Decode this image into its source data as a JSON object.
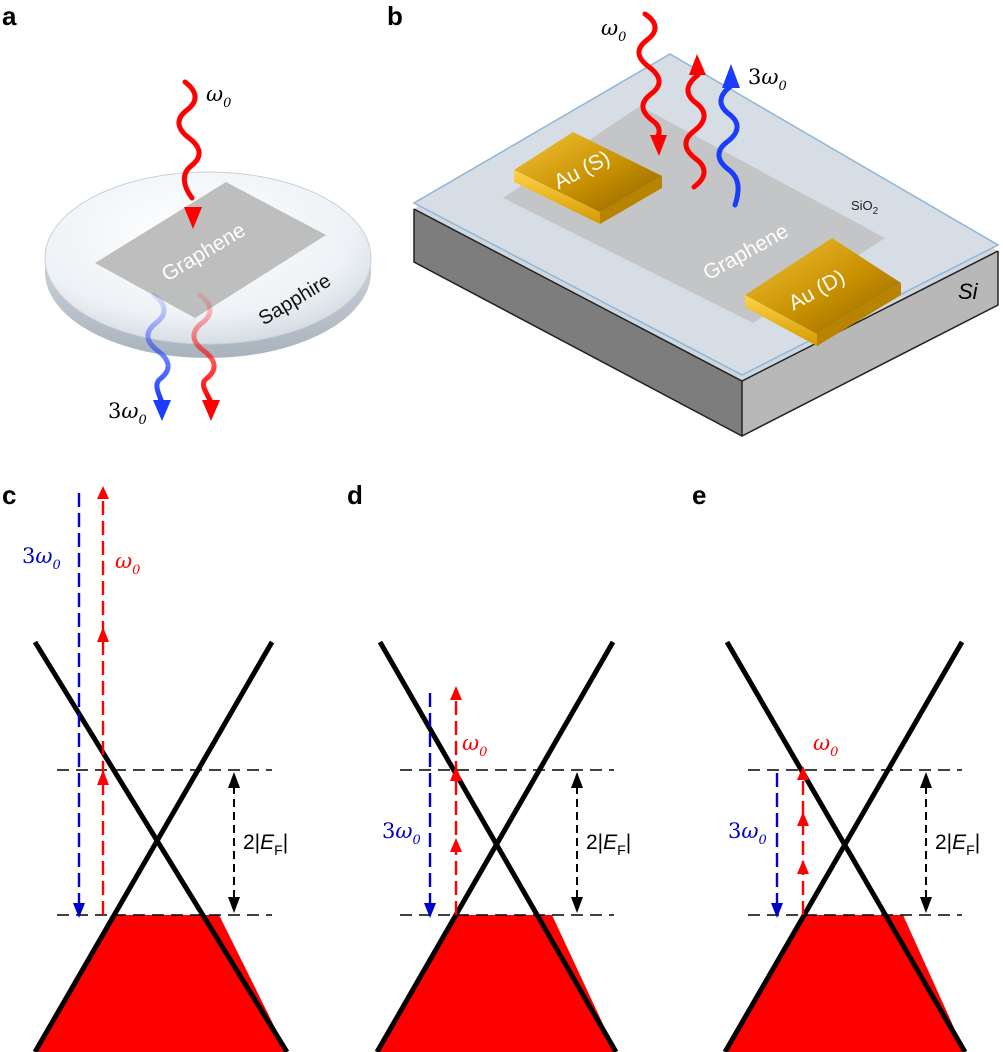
{
  "panels": {
    "a": {
      "letter": "a",
      "graphene": "Graphene",
      "sapphire": "Sapphire",
      "w0": "ω",
      "w0_sub": "0",
      "three_w0_prefix": "3",
      "three_w0": "ω",
      "three_w0_sub": "0"
    },
    "b": {
      "letter": "b",
      "source": "Au (S)",
      "drain": "Au (D)",
      "graphene": "Graphene",
      "sio2": "SiO",
      "sio2_sub": "2",
      "si": "Si",
      "w0": "ω",
      "w0_sub": "0",
      "three_w0_prefix": "3",
      "three_w0": "ω",
      "three_w0_sub": "0"
    },
    "c": {
      "letter": "c",
      "w0": "ω",
      "w0_sub": "0",
      "three_w0_prefix": "3",
      "three_w0": "ω",
      "three_w0_sub": "0",
      "gap_prefix": "2|",
      "gap_E": "E",
      "gap_sub": "F",
      "gap_suffix": "|"
    },
    "d": {
      "letter": "d",
      "w0": "ω",
      "w0_sub": "0",
      "three_w0_prefix": "3",
      "three_w0": "ω",
      "three_w0_sub": "0",
      "gap_prefix": "2|",
      "gap_E": "E",
      "gap_sub": "F",
      "gap_suffix": "|"
    },
    "e": {
      "letter": "e",
      "w0": "ω",
      "w0_sub": "0",
      "three_w0_prefix": "3",
      "three_w0": "ω",
      "three_w0_sub": "0",
      "gap_prefix": "2|",
      "gap_E": "E",
      "gap_sub": "F",
      "gap_suffix": "|"
    }
  },
  "colors": {
    "pump_red": "#ff0000",
    "thg_blue": "#0000cc",
    "wave_blue": "#1a3cff",
    "fermi_fill": "#ff0000",
    "graphene_gray": "#b8b8b8",
    "gold": "#d8a200",
    "substrate_gray": "#808080"
  }
}
